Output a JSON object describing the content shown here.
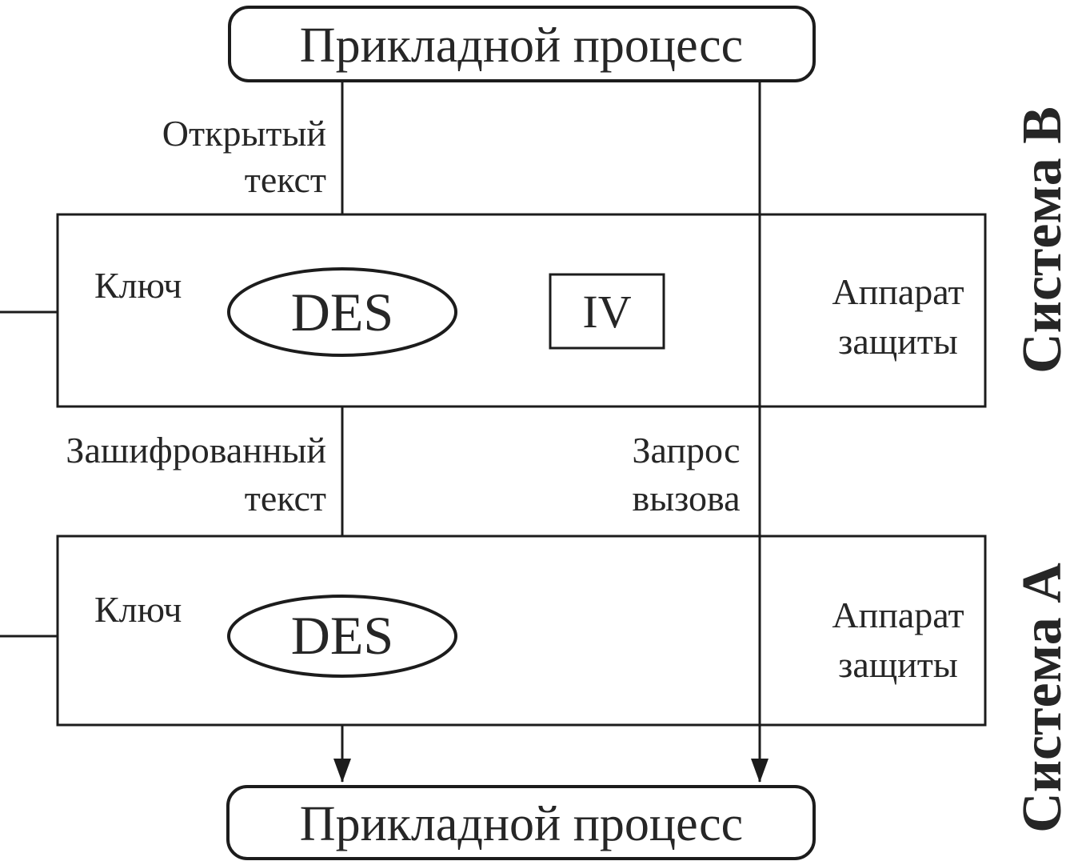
{
  "colors": {
    "stroke": "#1c1c1c",
    "text": "#262626",
    "background": "#ffffff"
  },
  "top_process": {
    "label": "Прикладной процесс"
  },
  "bottom_process": {
    "label": "Прикладной процесс"
  },
  "system_b": {
    "name_vertical": "Система B",
    "key_label": "Ключ",
    "des_label": "DES",
    "iv_label": "IV",
    "apparatus": {
      "line1": "Аппарат",
      "line2": "защиты"
    }
  },
  "system_a": {
    "name_vertical": "Система A",
    "key_label": "Ключ",
    "des_label": "DES",
    "apparatus": {
      "line1": "Аппарат",
      "line2": "защиты"
    }
  },
  "flow_labels": {
    "plaintext": {
      "line1": "Открытый",
      "line2": "текст"
    },
    "ciphertext": {
      "line1": "Зашифрованный",
      "line2": "текст"
    },
    "challenge": {
      "line1": "Запрос",
      "line2": "вызова"
    }
  }
}
